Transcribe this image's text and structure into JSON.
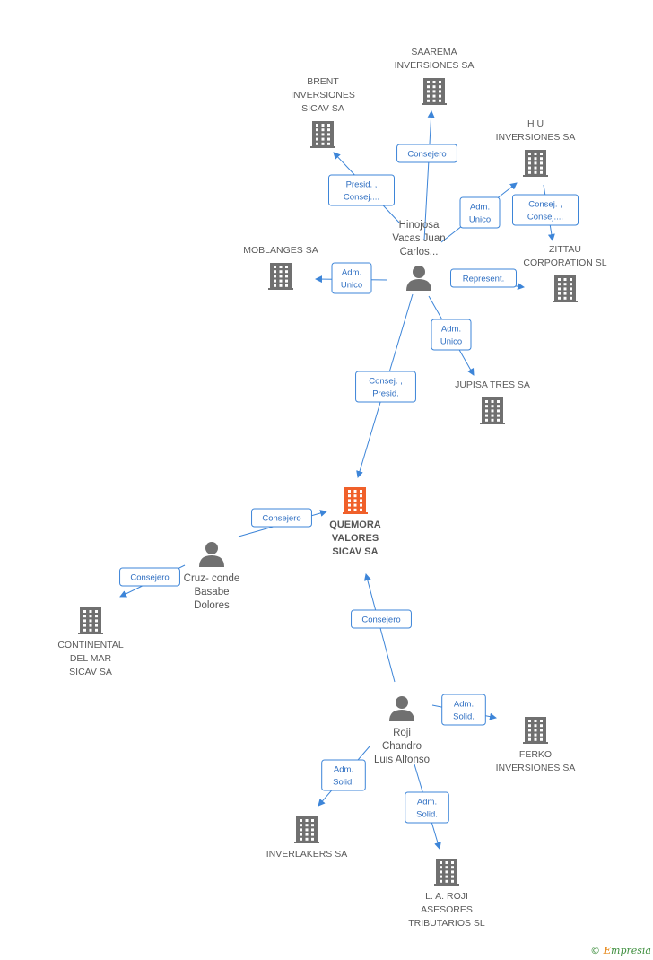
{
  "colors": {
    "edge": "#3d85d8",
    "node_icon": "#707070",
    "center_icon": "#f0602a",
    "person_icon": "#707070"
  },
  "brand": {
    "copyright": "©",
    "initial": "E",
    "rest": "mpresia"
  },
  "nodes": [
    {
      "id": "center",
      "type": "company-center",
      "lines": [
        "QUEMORA",
        "VALORES",
        "SICAV SA"
      ]
    },
    {
      "id": "hinojosa",
      "type": "person",
      "lines": [
        "Hinojosa",
        "Vacas Juan",
        "Carlos..."
      ]
    },
    {
      "id": "saarema",
      "type": "company",
      "lines": [
        "SAAREMA",
        "INVERSIONES SA"
      ]
    },
    {
      "id": "brent",
      "type": "company",
      "lines": [
        "BRENT",
        "INVERSIONES",
        "SICAV SA"
      ]
    },
    {
      "id": "hu",
      "type": "company",
      "lines": [
        "H U",
        "INVERSIONES SA"
      ]
    },
    {
      "id": "zittau",
      "type": "company",
      "lines": [
        "ZITTAU",
        "CORPORATION SL"
      ]
    },
    {
      "id": "moblanges",
      "type": "company",
      "lines": [
        "MOBLANGES SA"
      ]
    },
    {
      "id": "jupisa",
      "type": "company",
      "lines": [
        "JUPISA TRES SA"
      ]
    },
    {
      "id": "cruz",
      "type": "person",
      "lines": [
        "Cruz- conde",
        "Basabe",
        "Dolores"
      ]
    },
    {
      "id": "continental",
      "type": "company",
      "lines": [
        "CONTINENTAL",
        "DEL MAR",
        "SICAV SA"
      ]
    },
    {
      "id": "roji",
      "type": "person",
      "lines": [
        "Roji",
        "Chandro",
        "Luis Alfonso"
      ]
    },
    {
      "id": "ferko",
      "type": "company",
      "lines": [
        "FERKO",
        "INVERSIONES SA"
      ]
    },
    {
      "id": "inverlakers",
      "type": "company",
      "lines": [
        "INVERLAKERS SA"
      ]
    },
    {
      "id": "laroji",
      "type": "company",
      "lines": [
        "L.  A. ROJI",
        "ASESORES",
        "TRIBUTARIOS SL"
      ]
    }
  ],
  "edges": [
    {
      "from": "hinojosa",
      "to": "saarema",
      "lines": [
        "Consejero"
      ]
    },
    {
      "from": "hinojosa",
      "to": "brent",
      "lines": [
        "Presid. ,",
        "Consej...."
      ]
    },
    {
      "from": "hinojosa",
      "to": "hu",
      "lines": [
        "Adm.",
        "Unico"
      ]
    },
    {
      "from": "hu",
      "to": "zittau",
      "lines": [
        "Consej. ,",
        "Consej...."
      ]
    },
    {
      "from": "hinojosa",
      "to": "moblanges",
      "lines": [
        "Adm.",
        "Unico"
      ]
    },
    {
      "from": "hinojosa",
      "to": "zittau",
      "lines": [
        "Represent."
      ]
    },
    {
      "from": "hinojosa",
      "to": "jupisa",
      "lines": [
        "Adm.",
        "Unico"
      ]
    },
    {
      "from": "hinojosa",
      "to": "center",
      "lines": [
        "Consej. ,",
        "Presid."
      ]
    },
    {
      "from": "cruz",
      "to": "center",
      "lines": [
        "Consejero"
      ]
    },
    {
      "from": "cruz",
      "to": "continental",
      "lines": [
        "Consejero"
      ]
    },
    {
      "from": "roji",
      "to": "center",
      "lines": [
        "Consejero"
      ]
    },
    {
      "from": "roji",
      "to": "ferko",
      "lines": [
        "Adm.",
        "Solid."
      ]
    },
    {
      "from": "roji",
      "to": "inverlakers",
      "lines": [
        "Adm.",
        "Solid."
      ]
    },
    {
      "from": "roji",
      "to": "laroji",
      "lines": [
        "Adm.",
        "Solid."
      ]
    }
  ]
}
